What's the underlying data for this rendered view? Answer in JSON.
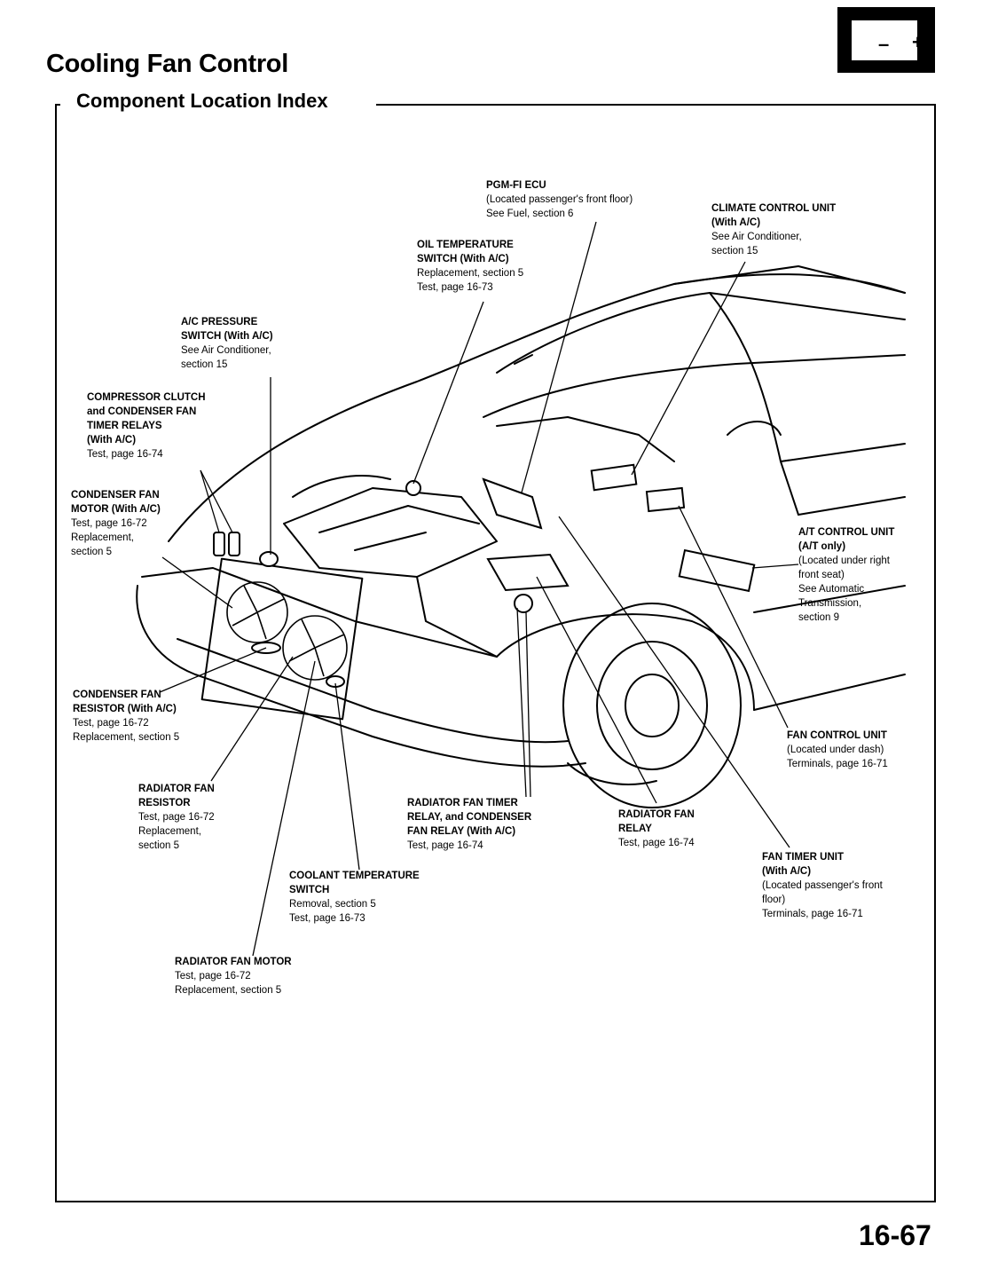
{
  "header": {
    "title": "Cooling Fan Control",
    "subtitle": "Component Location Index",
    "battery_icon": "battery-icon",
    "battery_neg": "–",
    "battery_pos": "+"
  },
  "footer": {
    "page_number": "16-67"
  },
  "labels": {
    "pgm_fi_ecu": {
      "h": [
        "PGM-FI ECU"
      ],
      "n": [
        "(Located passenger's front floor)",
        "See Fuel, section 6"
      ]
    },
    "climate_control": {
      "h": [
        "CLIMATE CONTROL UNIT",
        "(With A/C)"
      ],
      "n": [
        "See Air Conditioner,",
        "section 15"
      ]
    },
    "oil_temp": {
      "h": [
        "OIL TEMPERATURE",
        "SWITCH (With A/C)"
      ],
      "n": [
        "Replacement, section 5",
        "Test, page 16-73"
      ]
    },
    "ac_pressure": {
      "h": [
        "A/C PRESSURE",
        "SWITCH (With A/C)"
      ],
      "n": [
        "See Air Conditioner,",
        "section 15"
      ]
    },
    "comp_clutch": {
      "h": [
        "COMPRESSOR CLUTCH",
        "and CONDENSER FAN",
        "TIMER RELAYS",
        "(With A/C)"
      ],
      "n": [
        "Test, page 16-74"
      ]
    },
    "cond_fan_motor": {
      "h": [
        "CONDENSER FAN",
        "MOTOR (With A/C)"
      ],
      "n": [
        "Test, page 16-72",
        "Replacement,",
        "section 5"
      ]
    },
    "at_control": {
      "h": [
        "A/T CONTROL UNIT",
        "(A/T only)"
      ],
      "n": [
        "(Located under right",
        "front seat)",
        "See Automatic",
        "Transmission,",
        "section 9"
      ]
    },
    "cond_fan_res": {
      "h": [
        "CONDENSER FAN",
        "RESISTOR (With A/C)"
      ],
      "n": [
        "Test, page 16-72",
        "Replacement, section 5"
      ]
    },
    "fan_control": {
      "h": [
        "FAN CONTROL UNIT"
      ],
      "n": [
        "(Located under dash)",
        "Terminals, page 16-71"
      ]
    },
    "rad_fan_res": {
      "h": [
        "RADIATOR FAN",
        "RESISTOR"
      ],
      "n": [
        "Test, page 16-72",
        "Replacement,",
        "section 5"
      ]
    },
    "rad_timer": {
      "h": [
        "RADIATOR FAN TIMER",
        "RELAY, and CONDENSER",
        "FAN RELAY (With A/C)"
      ],
      "n": [
        "Test, page 16-74"
      ]
    },
    "rad_relay": {
      "h": [
        "RADIATOR FAN",
        "RELAY"
      ],
      "n": [
        "Test, page 16-74"
      ]
    },
    "fan_timer": {
      "h": [
        "FAN TIMER UNIT",
        "(With A/C)"
      ],
      "n": [
        "(Located passenger's front",
        "floor)",
        "Terminals, page 16-71"
      ]
    },
    "coolant_temp": {
      "h": [
        "COOLANT TEMPERATURE",
        "SWITCH"
      ],
      "n": [
        "Removal, section 5",
        "Test, page 16-73"
      ]
    },
    "rad_fan_motor": {
      "h": [
        "RADIATOR FAN MOTOR"
      ],
      "n": [
        "Test, page 16-72",
        "Replacement, section 5"
      ]
    }
  }
}
